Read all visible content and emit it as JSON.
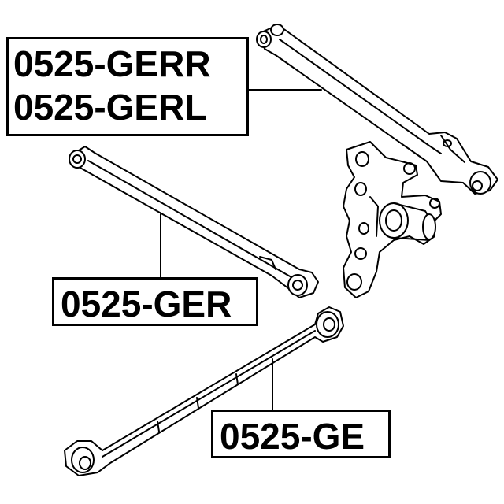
{
  "labels": {
    "upper_arm_right": "0525-GERR",
    "upper_arm_left": "0525-GERL",
    "middle_rod": "0525-GER",
    "lower_arm": "0525-GE"
  },
  "colors": {
    "line": "#000000",
    "background": "#ffffff"
  }
}
